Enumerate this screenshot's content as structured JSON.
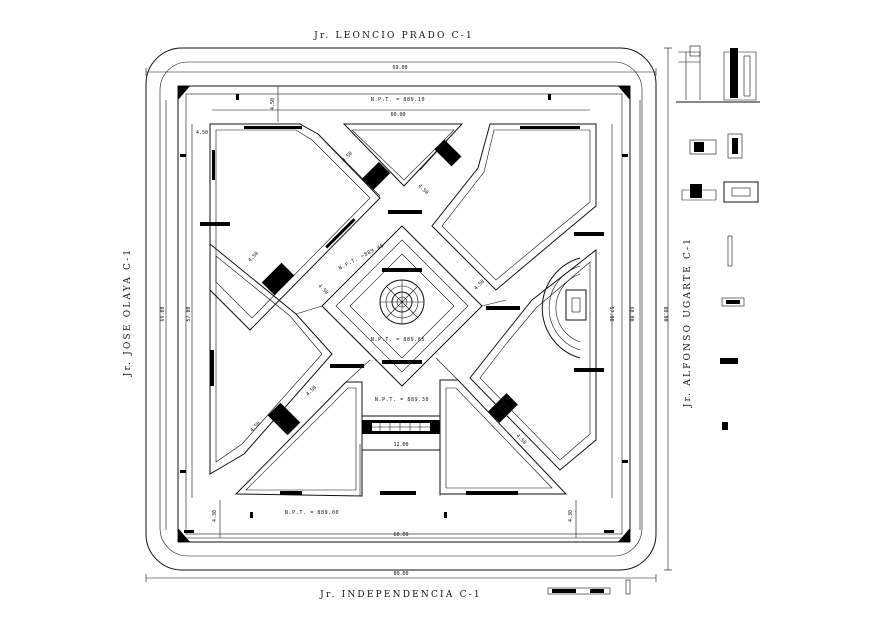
{
  "streets": {
    "north": "Jr. LEONCIO PRADO C-1",
    "south": "Jr. INDEPENDENCIA C-1",
    "west": "Jr. JOSE OLAYA C-1",
    "east": "Jr. ALFONSO UGARTE C-1"
  },
  "levels": {
    "north": "N.P.T. = 889.10",
    "nw_wing": "N.P.T. =889.45",
    "center": "N.P.T. = 889.65",
    "south_entry": "N.P.T. = 889.30",
    "south": "N.P.T. = 889.00"
  },
  "dimensions": {
    "top_outer": "69.00",
    "top_inner": "60.00",
    "bottom_inner": "60.00",
    "bottom_outer": "80.00",
    "left_outer": "69.00",
    "left_inner": "57.00",
    "right_inner": "60.00",
    "right_mid": "57.00",
    "right_outer": "80.00",
    "entry_width": "12.00",
    "corner_top": "4.50",
    "corner_left": "4.50",
    "corner_bottom_left": "4.30",
    "corner_bottom_right": "4.30",
    "diag_1": "4.50",
    "diag_2": "4.50",
    "diag_3": "4.50",
    "diag_4": "4.50",
    "diag_5": "4.50",
    "diag_6": "4.50",
    "diag_7": "4.50",
    "diag_8": "4.50"
  }
}
